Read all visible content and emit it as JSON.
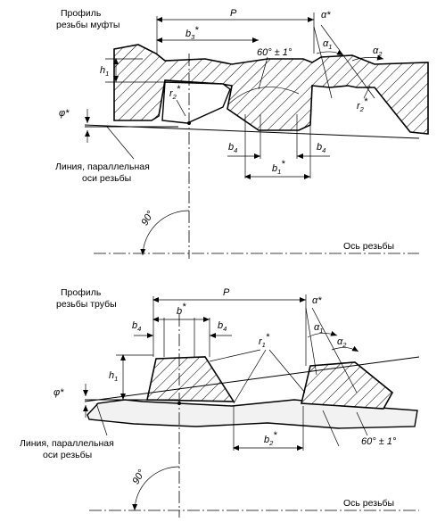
{
  "top_view": {
    "title_line1": "Профиль",
    "title_line2": "резьбы муфты",
    "P": "P",
    "b3": "b",
    "b3_sub": "3",
    "b3_star": "*",
    "alpha_star": "α*",
    "alpha1": "α",
    "alpha1_sub": "1",
    "alpha2": "α",
    "alpha2_sub": "2",
    "angle_tol": "60° ± 1°",
    "h1": "h",
    "h1_sub": "1",
    "r2_left": "r",
    "r2_left_sub": "2",
    "r2_left_star": "*",
    "r2_right": "r",
    "r2_right_sub": "2",
    "r2_right_star": "*",
    "phi": "φ*",
    "b4_left": "b",
    "b4_left_sub": "4",
    "b4_right": "b",
    "b4_right_sub": "4",
    "b1": "b",
    "b1_sub": "1",
    "b1_star": "*",
    "parallel_line1": "Линия, параллельная",
    "parallel_line2": "оси резьбы",
    "angle90": "90°",
    "axis_label": "Ось резьбы"
  },
  "bottom_view": {
    "title_line1": "Профиль",
    "title_line2": "резьбы трубы",
    "P": "P",
    "b": "b",
    "b_star": "*",
    "b4_left": "b",
    "b4_left_sub": "4",
    "b4_right": "b",
    "b4_right_sub": "4",
    "alpha_star": "α*",
    "alpha1": "α",
    "alpha1_sub": "1",
    "alpha2": "α",
    "alpha2_sub": "2",
    "r1": "r",
    "r1_sub": "1",
    "r1_star": "*",
    "h1": "h",
    "h1_sub": "1",
    "phi": "φ*",
    "b2": "b",
    "b2_sub": "2",
    "b2_star": "*",
    "angle_tol": "60° ± 1°",
    "parallel_line1": "Линия, параллельная",
    "parallel_line2": "оси резьбы",
    "angle90": "90°",
    "axis_label": "Ось резьбы"
  }
}
